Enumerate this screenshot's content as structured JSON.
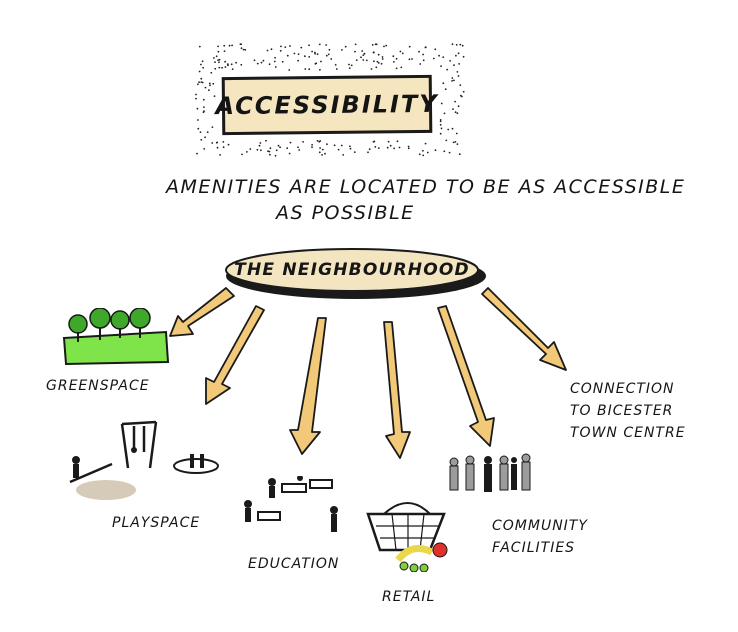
{
  "title": "ACCESSIBILITY",
  "subtitle": {
    "line1": "AMENITIES ARE LOCATED TO BE AS ACCESSIBLE",
    "line2": "AS POSSIBLE"
  },
  "hub": "THE NEIGHBOURHOOD",
  "destinations": [
    {
      "label": "GREENSPACE",
      "icon": "trees-park-icon"
    },
    {
      "label": "PLAYSPACE",
      "icon": "playground-icon"
    },
    {
      "label": "EDUCATION",
      "icon": "classroom-icon"
    },
    {
      "label": "RETAIL",
      "icon": "shopping-basket-icon"
    },
    {
      "label": "COMMUNITY FACILITIES",
      "line1": "COMMUNITY",
      "line2": "FACILITIES",
      "icon": "people-group-icon"
    },
    {
      "label": "CONNECTION TO BICESTER TOWN CENTRE",
      "line1": "CONNECTION",
      "line2": "TO BICESTER",
      "line3": "TOWN CENTRE",
      "icon": ""
    }
  ],
  "colors": {
    "title_fill": "#f5e6bf",
    "hub_fill": "#f3e5bf",
    "arrow_fill": "#f2c879",
    "grass": "#7fe34a",
    "tree": "#3fa82b",
    "ink": "#161616"
  }
}
